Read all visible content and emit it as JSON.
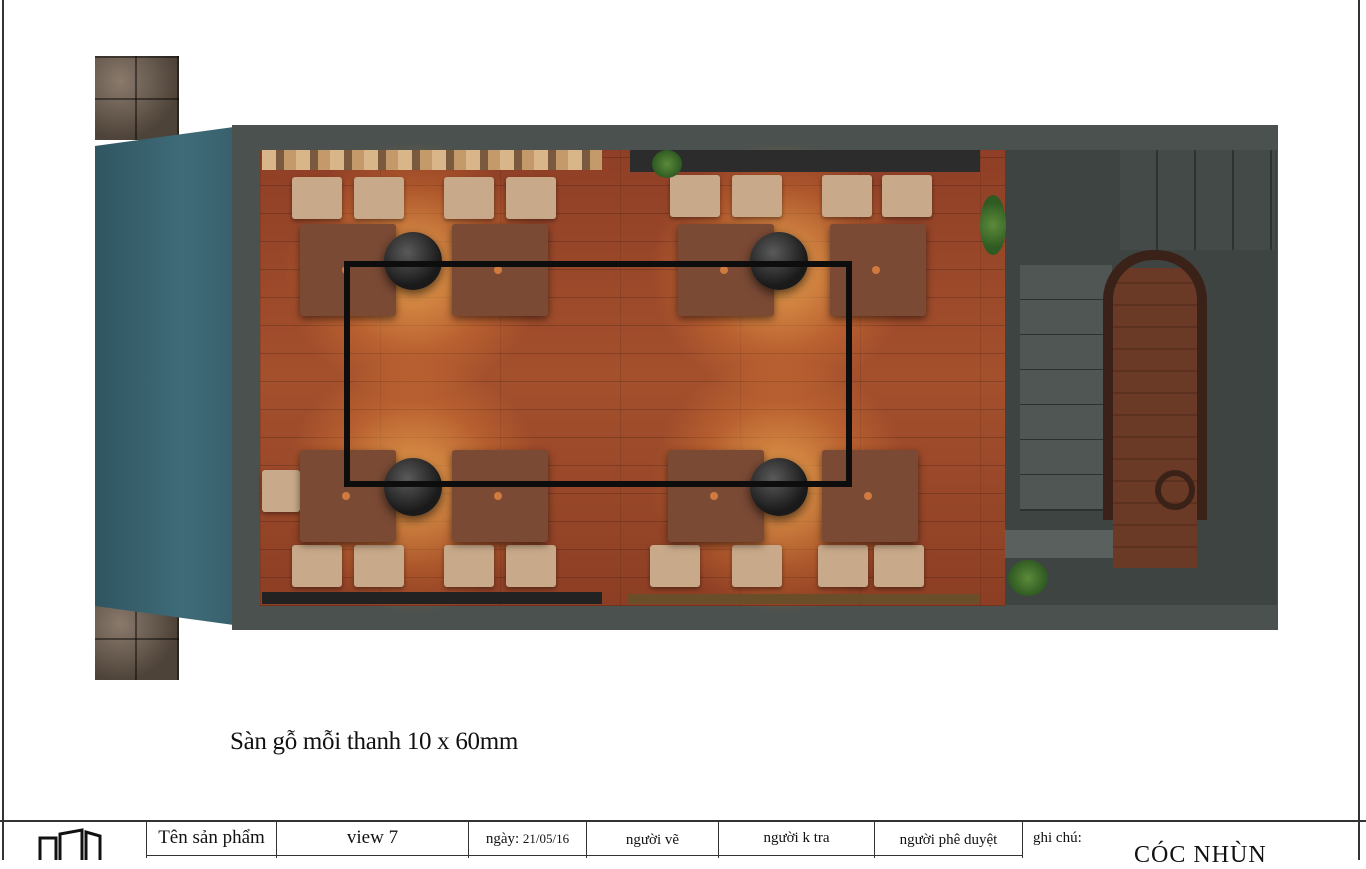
{
  "caption": "Sàn gỗ mỗi thanh 10 x 60mm",
  "title_block": {
    "product_label": "Tên sản phẩm",
    "product_value": "view 7",
    "date_label": "ngày:",
    "date_value": "21/05/16",
    "drawn_by_label": "người vẽ",
    "checked_by_label": "người k tra",
    "approved_by_label": "người phê duyệt",
    "notes_label": "ghi chú:",
    "brand": "CÓC NHÙN"
  },
  "colors": {
    "floor": "#a4502d",
    "awning": "#3f6b78",
    "frame": "#0d0d0d",
    "wall": "#4b514e"
  }
}
